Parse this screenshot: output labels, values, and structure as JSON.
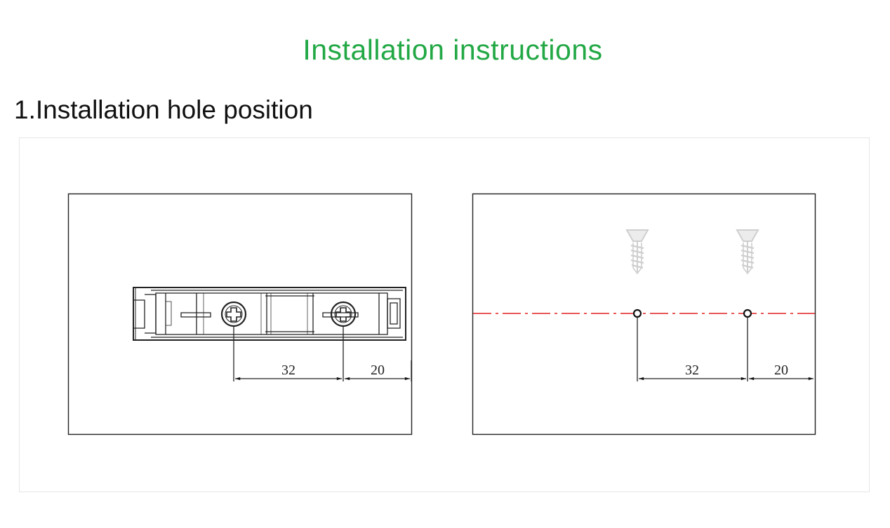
{
  "header": {
    "title": "Installation instructions",
    "section_title": "1.Installation hole position"
  },
  "diagram": {
    "left_panel": {
      "dimensions": [
        {
          "label": "32"
        },
        {
          "label": "20"
        }
      ]
    },
    "right_panel": {
      "dimensions": [
        {
          "label": "32"
        },
        {
          "label": "20"
        }
      ]
    }
  },
  "colors": {
    "title": "#22a845",
    "center_line": "#e02020",
    "line": "#111111",
    "screw": "#d4d4d4"
  },
  "icons": [
    "screw-icon",
    "screw-icon",
    "cross-slot-screw-icon",
    "cross-slot-screw-icon"
  ]
}
